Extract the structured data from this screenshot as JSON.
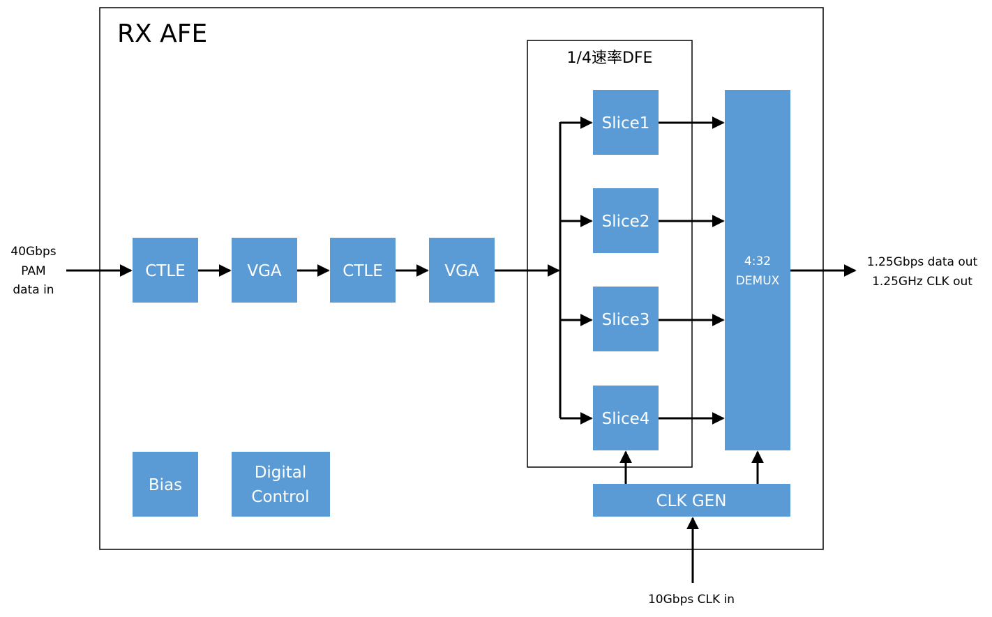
{
  "title": "RX AFE",
  "dfe_label": "1/4速率DFE",
  "blocks": {
    "ctle1": "CTLE",
    "vga1": "VGA",
    "ctle2": "CTLE",
    "vga2": "VGA",
    "slice1": "Slice1",
    "slice2": "Slice2",
    "slice3": "Slice3",
    "slice4": "Slice4",
    "demux": [
      "4:32",
      "DEMUX"
    ],
    "bias": "Bias",
    "digital_control": [
      "Digital",
      "Control"
    ],
    "clk_gen": "CLK GEN"
  },
  "input_label": [
    "40Gbps",
    "PAM",
    "data in"
  ],
  "output_label": [
    "1.25Gbps data out",
    "1.25GHz CLK out"
  ],
  "clk_in_label": "10Gbps CLK in",
  "colors": {
    "block_fill": "#5b9bd5",
    "block_text": "#ffffff",
    "line": "#000000"
  }
}
